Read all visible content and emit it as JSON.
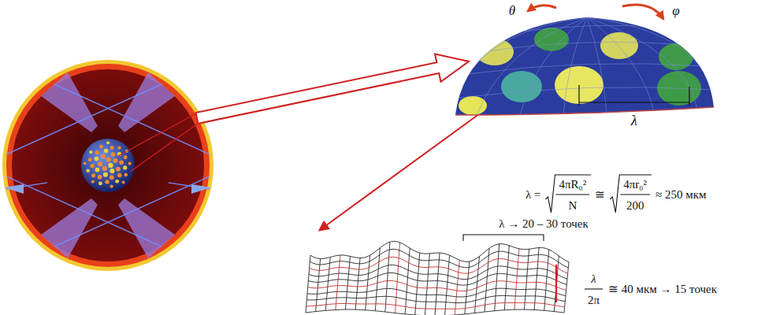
{
  "diagram": {
    "labels": [
      "θ",
      "φ",
      "λ",
      "λ =",
      "4πR₀²",
      "N",
      "≅",
      "4πr₀²",
      "200",
      "≈ 250 мкм",
      "λ → 20 – 30 точек",
      "λ",
      "2π",
      "≅ 40 мкм → 15 точек"
    ]
  }
}
